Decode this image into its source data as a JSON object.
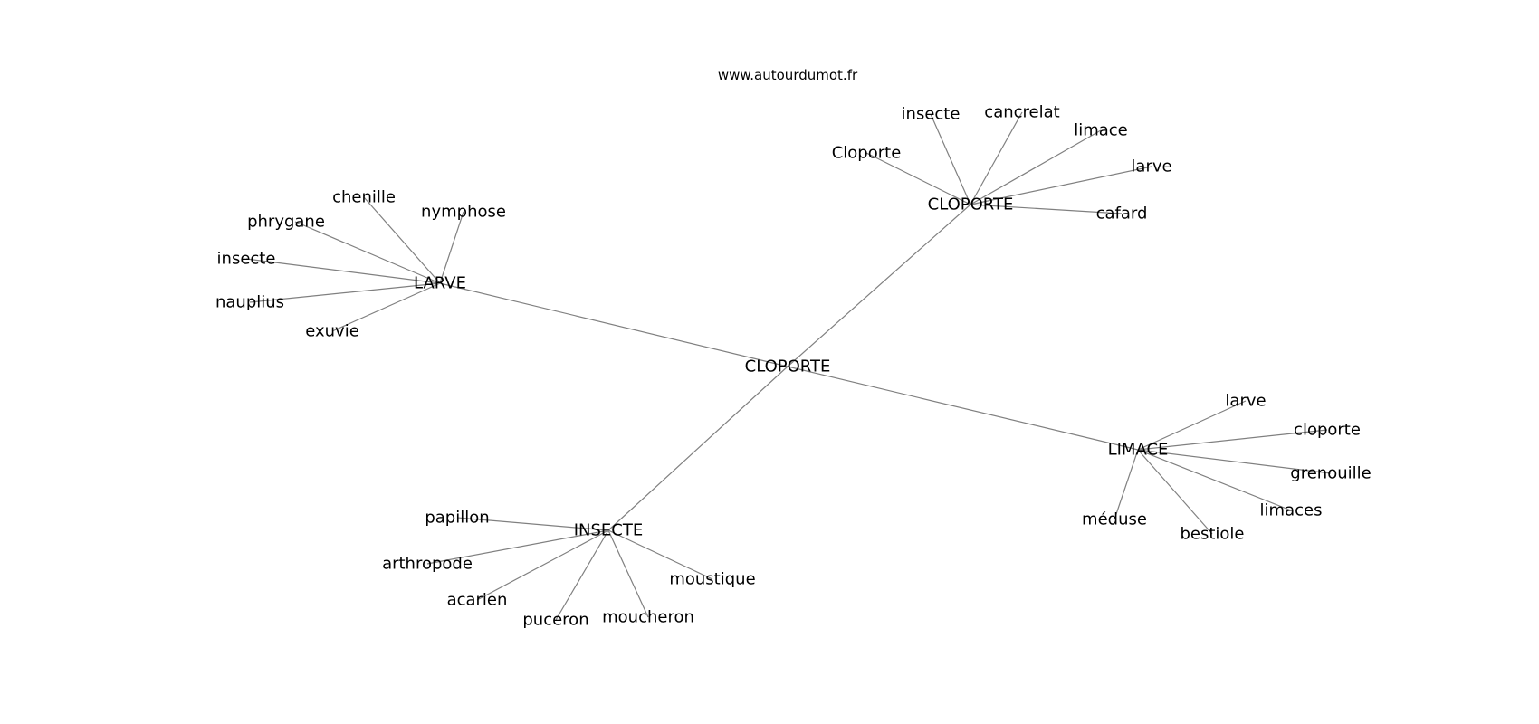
{
  "watermark": "www.autourdumot.fr",
  "graph": {
    "root": {
      "id": "root",
      "label": "CLOPORTE"
    },
    "hubs": [
      {
        "id": "h_larve",
        "label": "LARVE"
      },
      {
        "id": "h_cloporte",
        "label": "CLOPORTE"
      },
      {
        "id": "h_limace",
        "label": "LIMACE"
      },
      {
        "id": "h_insecte",
        "label": "INSECTE"
      }
    ],
    "leaves": [
      {
        "id": "l_chenille",
        "hub": "h_larve",
        "label": "chenille"
      },
      {
        "id": "l_nymphose",
        "hub": "h_larve",
        "label": "nymphose"
      },
      {
        "id": "l_phrygane",
        "hub": "h_larve",
        "label": "phrygane"
      },
      {
        "id": "l_insecte1",
        "hub": "h_larve",
        "label": "insecte"
      },
      {
        "id": "l_nauplius",
        "hub": "h_larve",
        "label": "nauplius"
      },
      {
        "id": "l_exuvie",
        "hub": "h_larve",
        "label": "exuvie"
      },
      {
        "id": "l_insecte2",
        "hub": "h_cloporte",
        "label": "insecte"
      },
      {
        "id": "l_cancrelat",
        "hub": "h_cloporte",
        "label": "cancrelat"
      },
      {
        "id": "l_limace1",
        "hub": "h_cloporte",
        "label": "limace"
      },
      {
        "id": "l_Cloporte",
        "hub": "h_cloporte",
        "label": "Cloporte"
      },
      {
        "id": "l_larve1",
        "hub": "h_cloporte",
        "label": "larve"
      },
      {
        "id": "l_cafard",
        "hub": "h_cloporte",
        "label": "cafard"
      },
      {
        "id": "l_larve2",
        "hub": "h_limace",
        "label": "larve"
      },
      {
        "id": "l_cloporte2",
        "hub": "h_limace",
        "label": "cloporte"
      },
      {
        "id": "l_grenouille",
        "hub": "h_limace",
        "label": "grenouille"
      },
      {
        "id": "l_limaces",
        "hub": "h_limace",
        "label": "limaces"
      },
      {
        "id": "l_meduse",
        "hub": "h_limace",
        "label": "méduse"
      },
      {
        "id": "l_bestiole",
        "hub": "h_limace",
        "label": "bestiole"
      },
      {
        "id": "l_papillon",
        "hub": "h_insecte",
        "label": "papillon"
      },
      {
        "id": "l_arthropode",
        "hub": "h_insecte",
        "label": "arthropode"
      },
      {
        "id": "l_acarien",
        "hub": "h_insecte",
        "label": "acarien"
      },
      {
        "id": "l_puceron",
        "hub": "h_insecte",
        "label": "puceron"
      },
      {
        "id": "l_moucheron",
        "hub": "h_insecte",
        "label": "moucheron"
      },
      {
        "id": "l_moustique",
        "hub": "h_insecte",
        "label": "moustique"
      }
    ]
  }
}
